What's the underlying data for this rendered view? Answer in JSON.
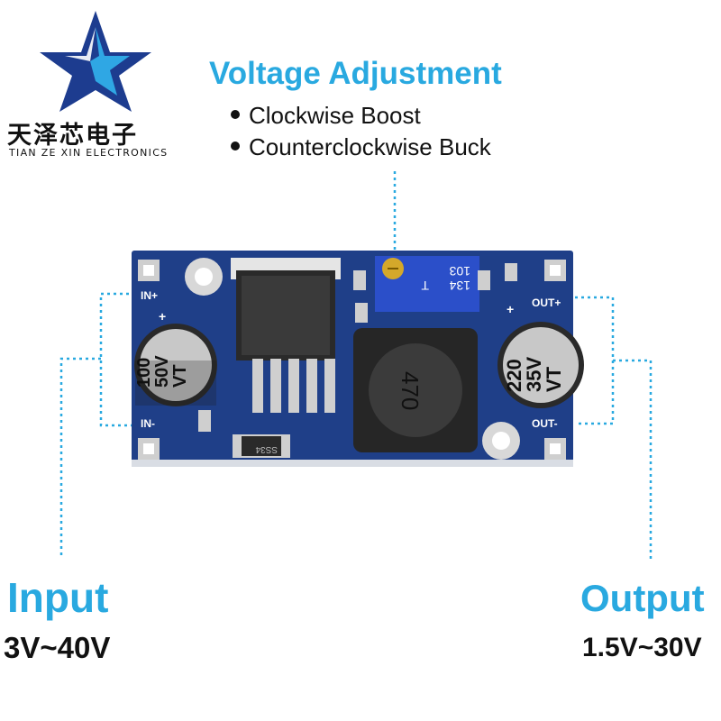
{
  "brand": {
    "name_cn": "天泽芯电子",
    "name_en": "TIAN ZE XIN ELECTRONICS",
    "colors": {
      "star_dark": "#1d3c8f",
      "star_light": "#2fa7e4"
    }
  },
  "adjustment": {
    "title": "Voltage Adjustment",
    "bullets": [
      "Clockwise Boost",
      "Counterclockwise Buck"
    ]
  },
  "input": {
    "title": "Input",
    "range": "3V~40V"
  },
  "output": {
    "title": "Output",
    "range": "1.5V~30V"
  },
  "board": {
    "pins": {
      "in_plus": "IN+",
      "in_minus": "IN-",
      "out_plus": "OUT+",
      "out_minus": "OUT-"
    },
    "input_cap": [
      "100",
      "50V",
      "VT"
    ],
    "output_cap": [
      "220",
      "35V",
      "VT"
    ],
    "potentiometer": [
      "103",
      "134",
      "T"
    ],
    "inductor": "470",
    "diode": "SS34",
    "plus_marks": [
      "+",
      "+"
    ],
    "colors": {
      "pcb": "#1f3f88",
      "label_blue": "#29a9e0"
    }
  }
}
